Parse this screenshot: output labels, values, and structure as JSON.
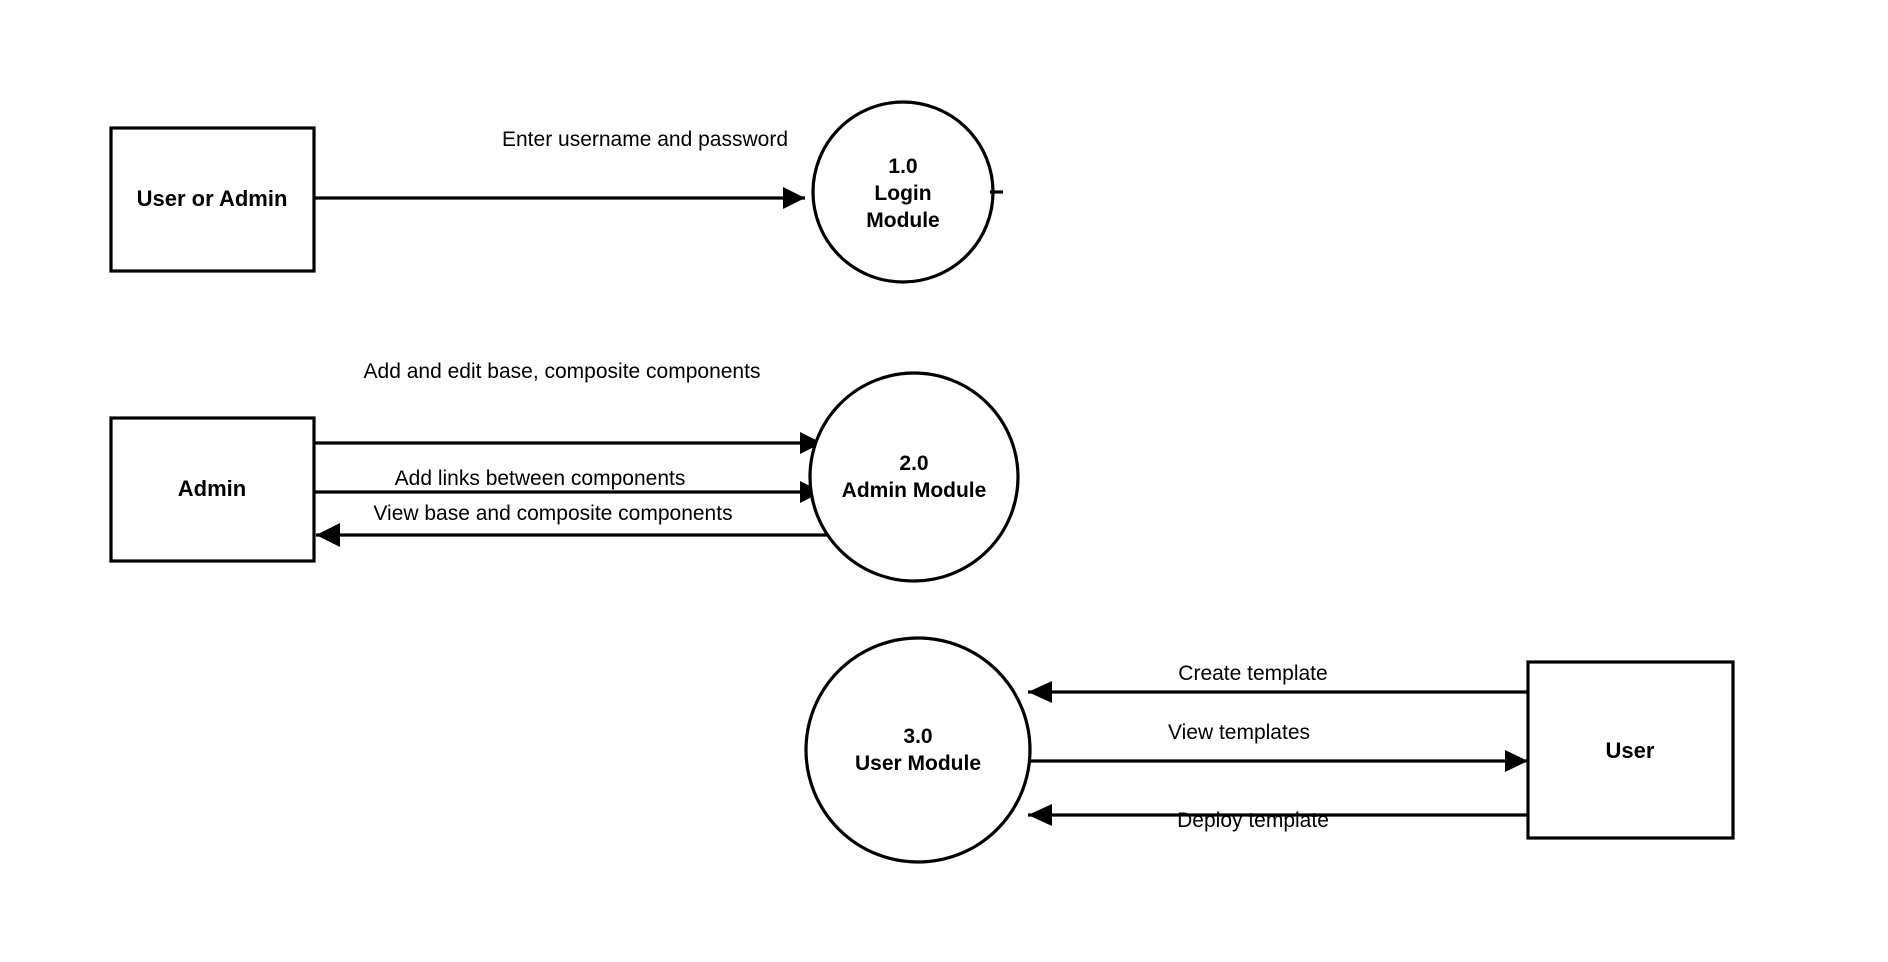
{
  "diagram": {
    "title": "Data Flow Diagram",
    "background_color": "#ffffff",
    "stroke_color": "#000000",
    "entities": [
      {
        "id": "user-or-admin",
        "label": "User or Admin",
        "shape": "rectangle"
      },
      {
        "id": "admin",
        "label": "Admin",
        "shape": "rectangle"
      },
      {
        "id": "user",
        "label": "User",
        "shape": "rectangle"
      }
    ],
    "processes": [
      {
        "id": "login-module",
        "number": "1.0",
        "name_line_1": "Login",
        "name_line_2": "Module",
        "shape": "circle"
      },
      {
        "id": "admin-module",
        "number": "2.0",
        "name_line_1": "Admin Module",
        "name_line_2": "",
        "shape": "circle"
      },
      {
        "id": "user-module",
        "number": "3.0",
        "name_line_1": "User Module",
        "name_line_2": "",
        "shape": "circle"
      }
    ],
    "flows": [
      {
        "id": "flow-enter-credentials",
        "label": "Enter  username and password",
        "direction": "right"
      },
      {
        "id": "flow-add-edit-components",
        "label": "Add and edit base, composite components",
        "direction": "right"
      },
      {
        "id": "flow-add-links",
        "label": "Add links between components",
        "direction": "right"
      },
      {
        "id": "flow-view-components",
        "label": "View base and composite components",
        "direction": "left"
      },
      {
        "id": "flow-create-template",
        "label": "Create template",
        "direction": "left"
      },
      {
        "id": "flow-view-templates",
        "label": "View templates",
        "direction": "right"
      },
      {
        "id": "flow-deploy-template",
        "label": "Deploy template",
        "direction": "left"
      }
    ]
  }
}
